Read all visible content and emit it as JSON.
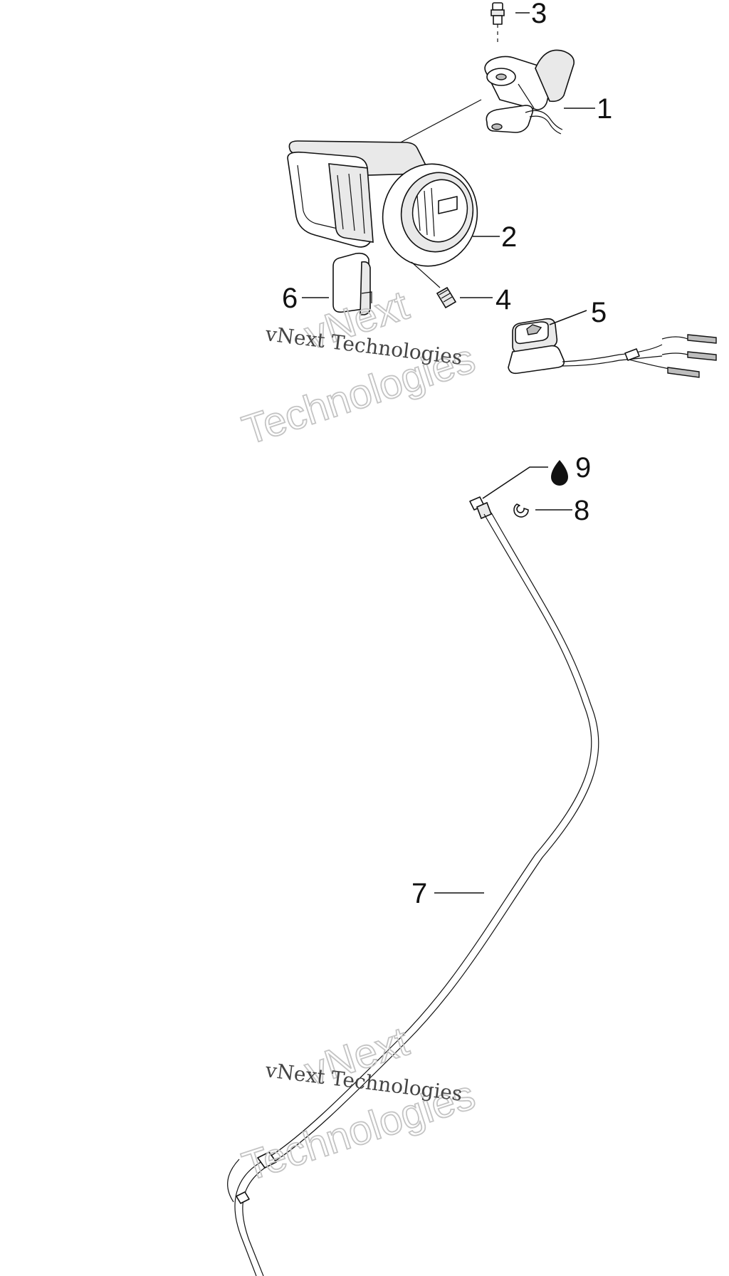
{
  "diagram": {
    "callouts": [
      {
        "id": "1",
        "label": "1"
      },
      {
        "id": "2",
        "label": "2"
      },
      {
        "id": "3",
        "label": "3"
      },
      {
        "id": "4",
        "label": "4"
      },
      {
        "id": "5",
        "label": "5"
      },
      {
        "id": "6",
        "label": "6"
      },
      {
        "id": "7",
        "label": "7"
      },
      {
        "id": "8",
        "label": "8"
      },
      {
        "id": "9",
        "label": "9"
      }
    ],
    "icons": {
      "lubricant": "drop-icon"
    }
  },
  "watermark": {
    "text": "vNext Technologies",
    "word1": "vNext",
    "word2": "Technologies"
  },
  "colors": {
    "line": "#111111",
    "watermark_outline": "#c4c4c4",
    "background": "#ffffff"
  }
}
